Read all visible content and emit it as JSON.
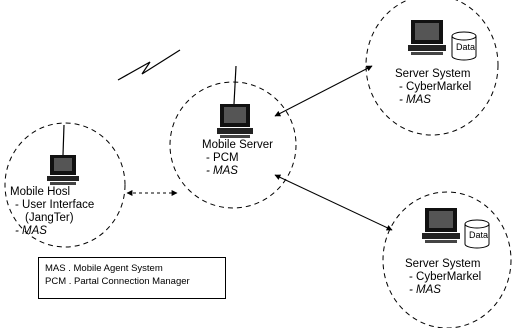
{
  "nodes": {
    "mobile_host": {
      "title": "Mobile Hosl",
      "items": [
        "- User Interface",
        "(JangTer)",
        "- MAS"
      ]
    },
    "mobile_server": {
      "title": "Mobile Server",
      "items": [
        "- PCM",
        "- MAS"
      ]
    },
    "server_system_1": {
      "title": "Server System",
      "items": [
        "- CyberMarkel",
        "- MAS"
      ],
      "db_label": "Data"
    },
    "server_system_2": {
      "title": "Server System",
      "items": [
        "- CyberMarkel",
        "- MAS"
      ],
      "db_label": "Data"
    }
  },
  "legend": {
    "line1": "MAS . Mobile Agent System",
    "line2": "PCM . Partal Connection Manager"
  }
}
